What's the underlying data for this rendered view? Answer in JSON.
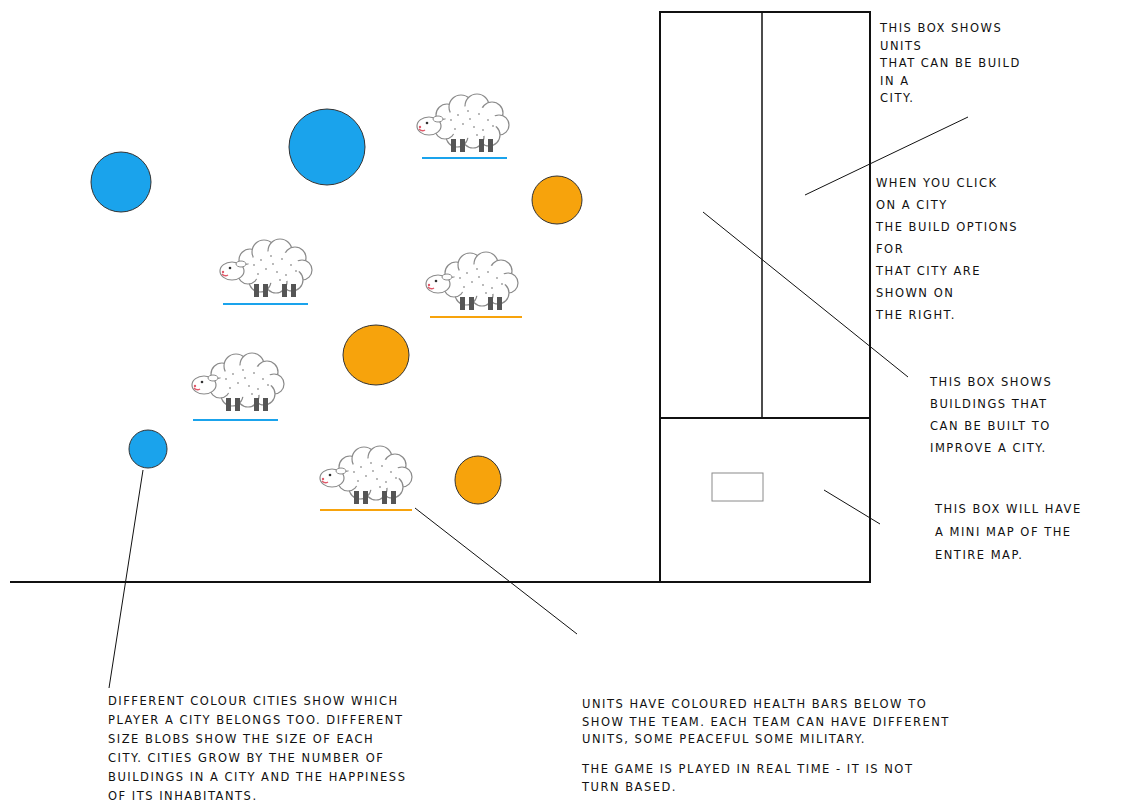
{
  "diagram": {
    "labels": [
      "THIS BOX SHOWS UNITS THAT CAN BE BUILD IN A CITY.",
      "WHEN YOU CLICK ON A CITY THE BUILD OPTIONS FOR THAT CITY ARE SHOWN ON THE RIGHT.",
      "THIS BOX SHOWS BUILDINGS THAT CAN BE BUILT TO IMPROVE A CITY.",
      "THIS BOX WILL HAVE A MINI MAP OF THE ENTIRE MAP.",
      "DIFFERENT COLOUR CITIES SHOW WHICH PLAYER A CITY BELONGS TOO. DIFFERENT SIZE BLOBS SHOW THE SIZE OF EACH CITY. CITIES GROW BY THE NUMBER OF BUILDINGS IN A CITY AND THE HAPPINESS OF ITS INHABITANTS.",
      "UNITS HAVE COLOURED HEALTH BARS BELOW TO SHOW THE TEAM. EACH TEAM CAN HAVE DIFFERENT UNITS, SOME PEACEFUL SOME MILITARY.",
      "THE GAME IS PLAYED IN REAL TIME - IT IS NOT TURN BASED."
    ]
  }
}
